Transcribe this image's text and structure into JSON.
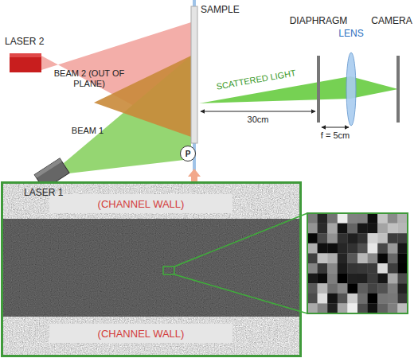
{
  "diagram": {
    "nodes": [
      {
        "text": [
          "P"
        ]
      },
      {
        "text": [
          "(CHANNEL WALL)"
        ]
      },
      {
        "text": [
          "(CHANNEL WALL)"
        ]
      }
    ],
    "labels": [
      "LASER 2",
      "BEAM 2 (OUT OF PLANE)",
      "LASER 1",
      "BEAM 1",
      "SAMPLE",
      "DIAPHRAGM",
      "LENS",
      "CAMERA",
      "SCATTERED LIGHT",
      "30cm",
      "f = 5cm"
    ]
  }
}
